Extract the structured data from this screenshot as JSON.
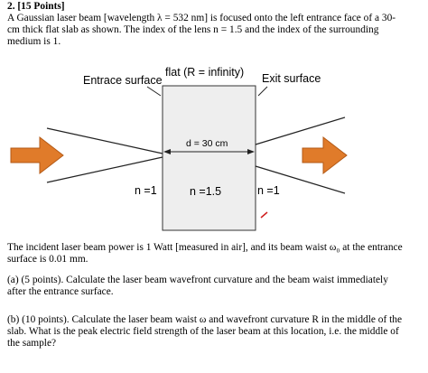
{
  "problem": {
    "header": "2. [15 Points]",
    "intro_line1": "A Gaussian laser beam [wavelength λ = 532 nm] is focused onto the left entrance face of a 30-",
    "intro_line2": "cm thick flat slab as shown.  The index of the lens n = 1.5 and the index of the surrounding",
    "intro_line3": "medium is 1."
  },
  "figure": {
    "entrance_label": "Entrace surface",
    "flat_label": "flat (R = infinity)",
    "exit_label": "Exit surface",
    "thickness_label": "d = 30 cm",
    "n_left": "n =1",
    "n_slab": "n =1.5",
    "n_right": "n =1",
    "colors": {
      "arrow_fill": "#e07b2a",
      "arrow_stroke": "#b35a17",
      "slab_fill": "#eeeeee",
      "mark": "#d02020"
    }
  },
  "text": {
    "power_line1": "The incident laser beam power is 1 Watt [measured in air], and its beam waist ω₀ at the entrance",
    "power_line2": "surface is 0.01 mm.",
    "part_a_line1": "(a) (5 points). Calculate the laser beam wavefront curvature and the beam waist immediately",
    "part_a_line2": "after the entrance surface.",
    "part_b_line1": "(b) (10 points). Calculate the laser beam waist ω and wavefront curvature R in the middle of the",
    "part_b_line2": "slab. What is the peak electric field strength of the laser beam at this location, i.e. the middle of",
    "part_b_line3": "the sample?"
  }
}
